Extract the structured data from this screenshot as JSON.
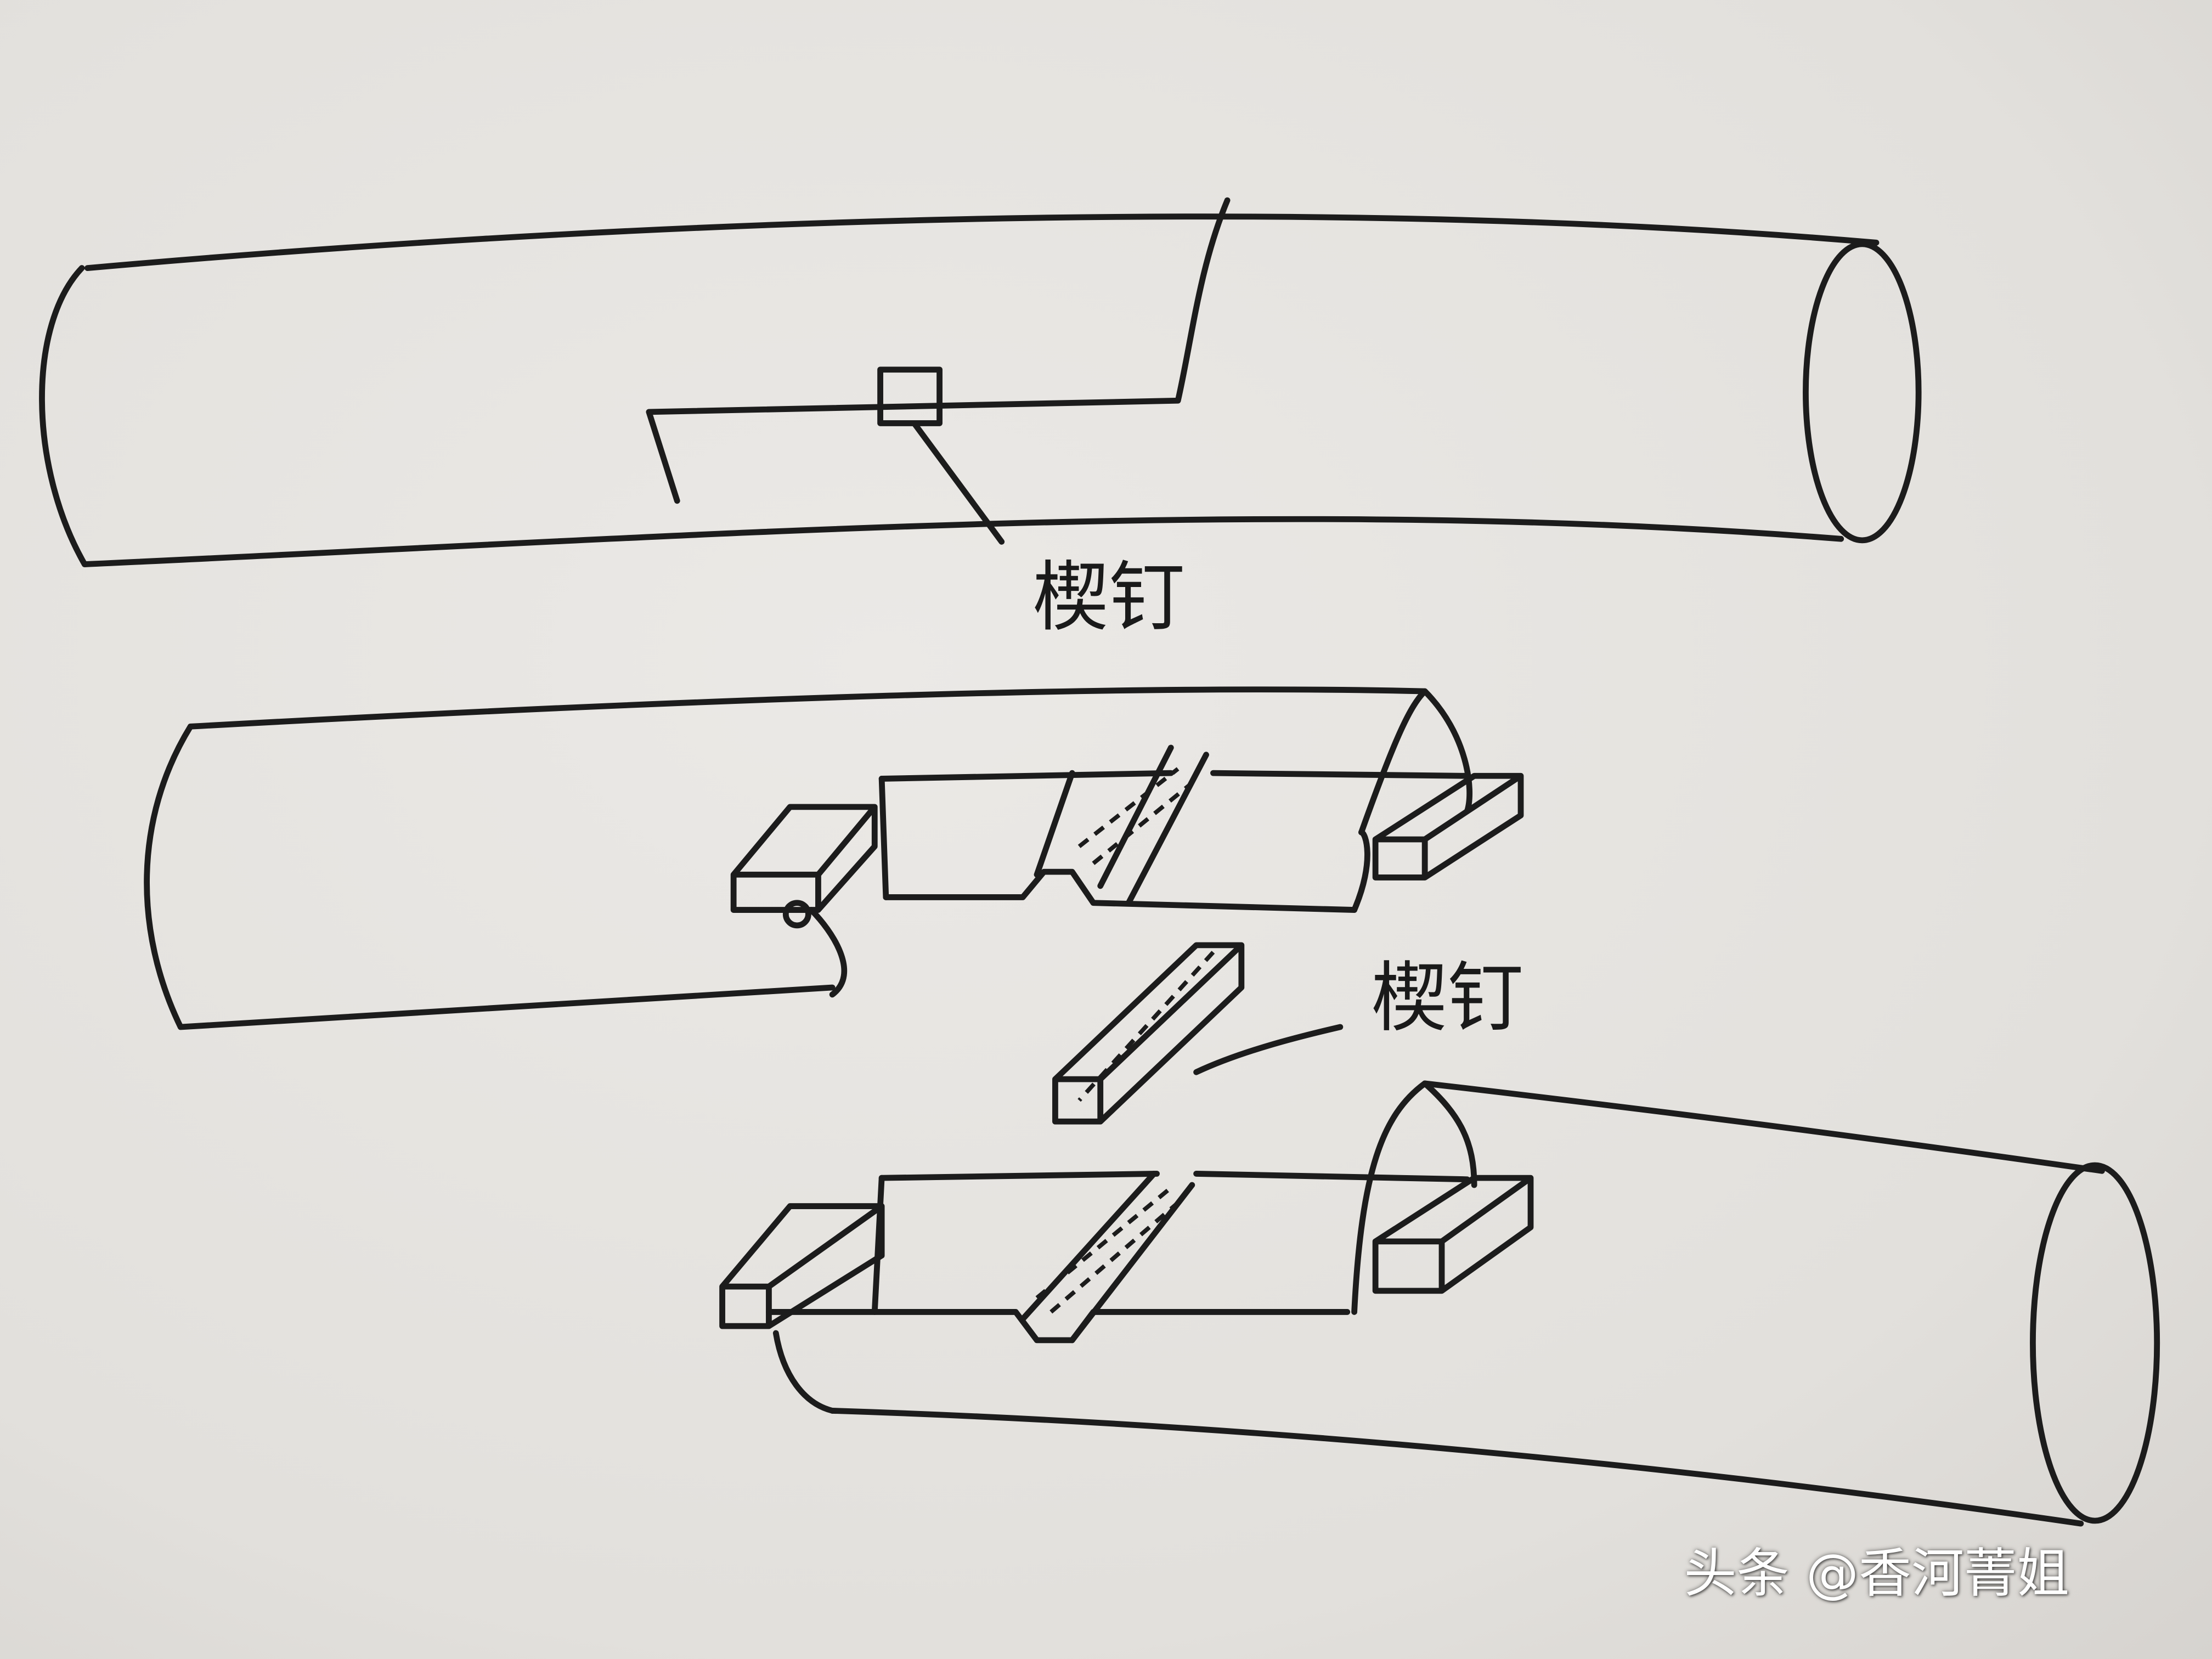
{
  "labels": {
    "top_wedge": "楔钉",
    "middle_wedge": "楔钉"
  },
  "watermark": "头条 @香河菁姐"
}
